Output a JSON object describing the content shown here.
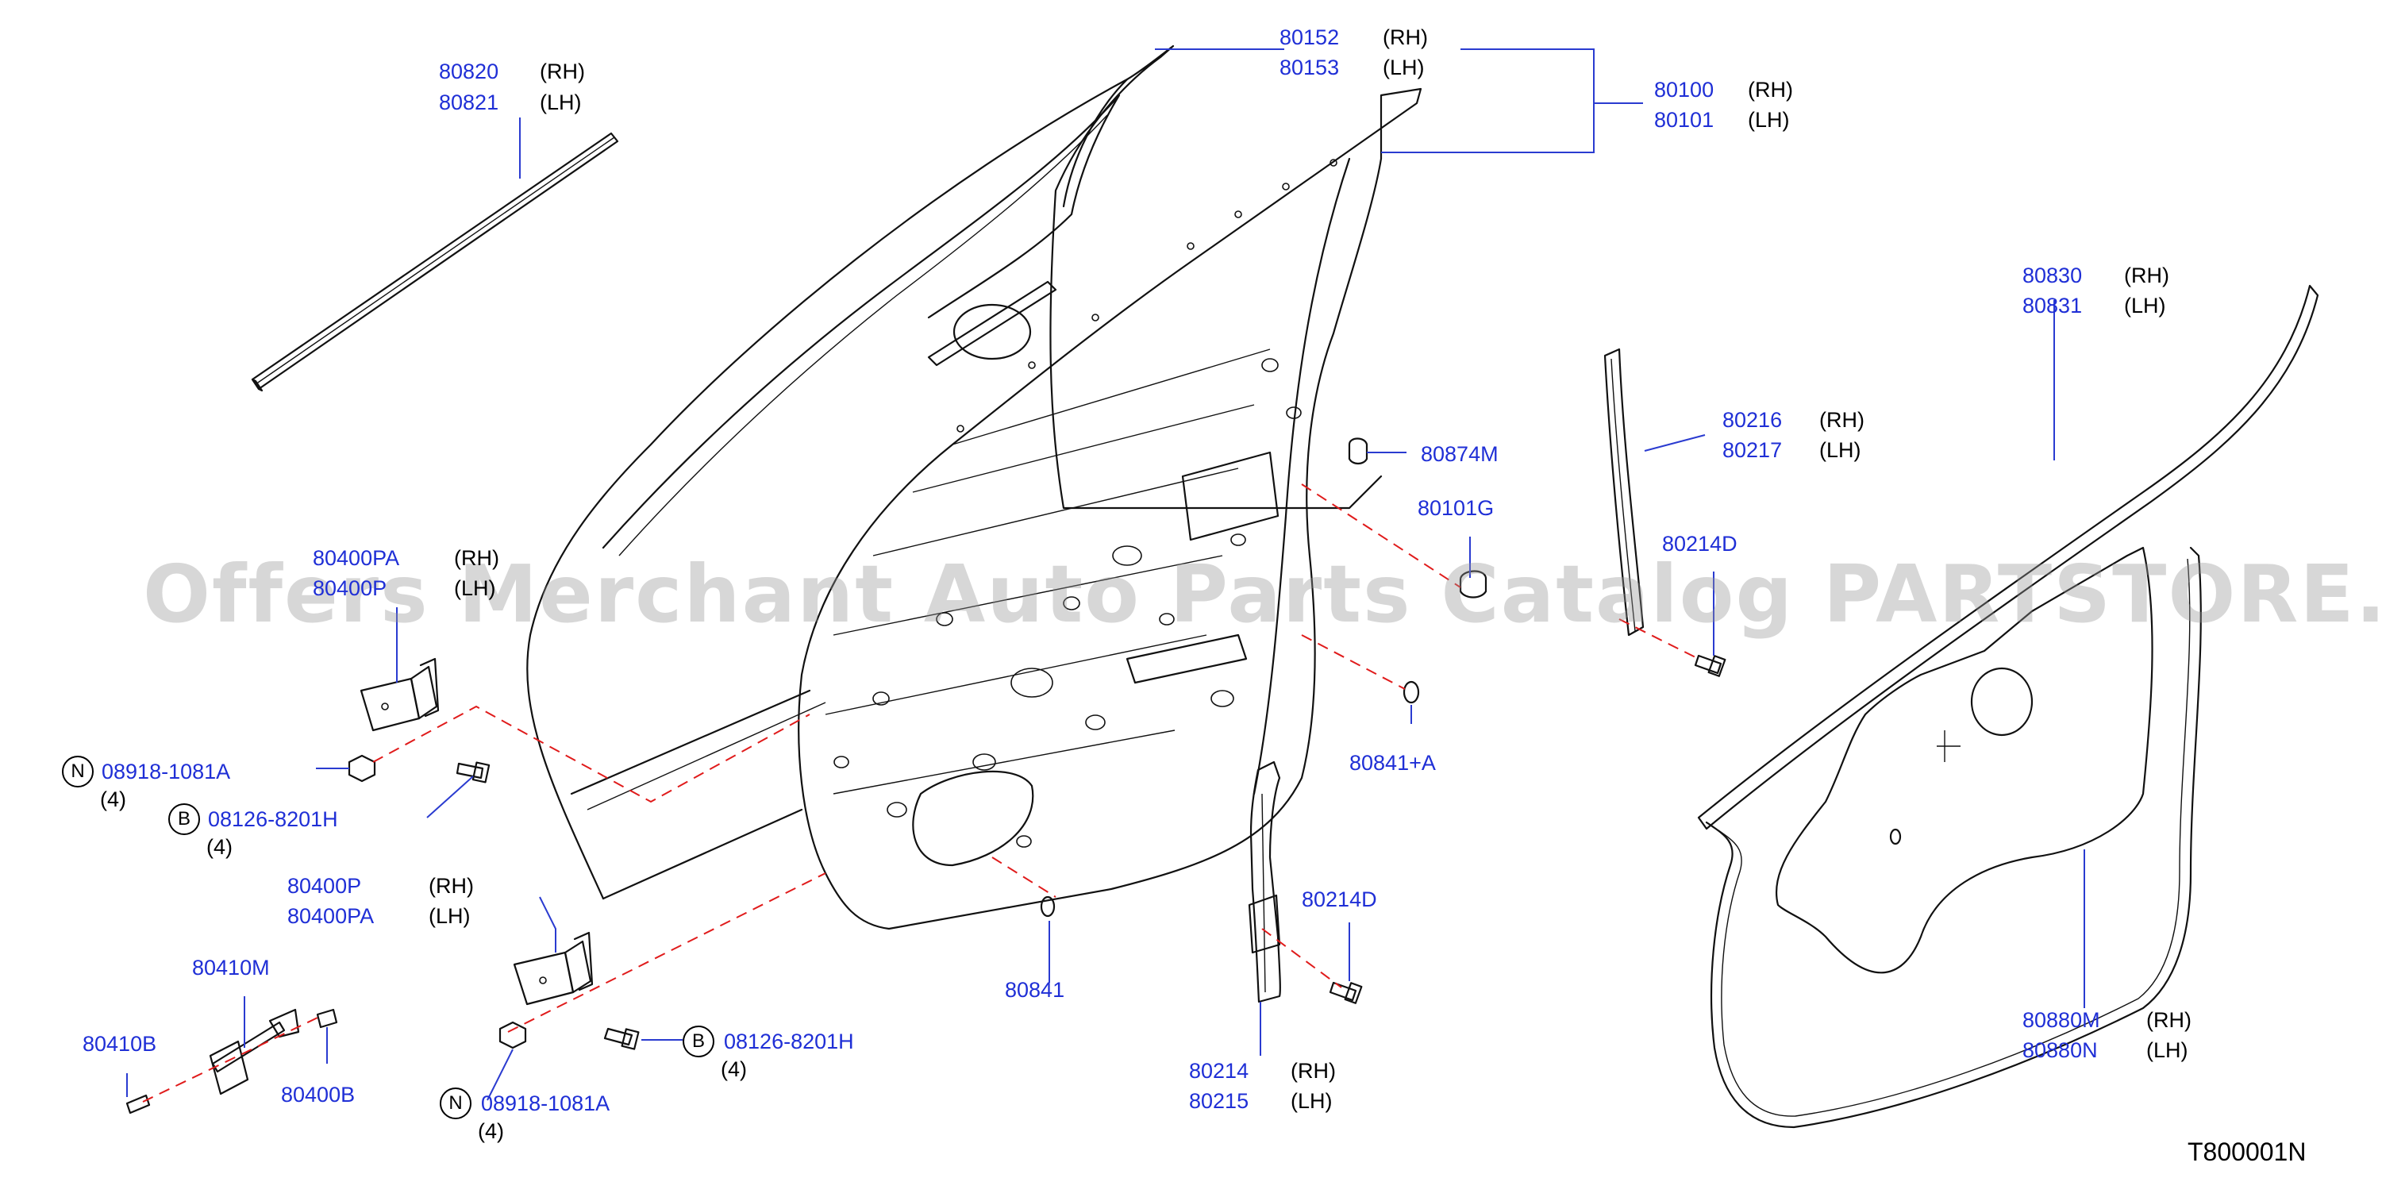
{
  "watermark": "Offers Merchant Auto Parts Catalog PARTSTORE.SA",
  "diagram_code": "T800001N",
  "callouts": {
    "strip_top_left": {
      "rh": "80820",
      "rh_side": "(RH)",
      "lh": "80821",
      "lh_side": "(LH)"
    },
    "sash": {
      "rh": "80152",
      "rh_side": "(RH)",
      "lh": "80153",
      "lh_side": "(LH)"
    },
    "door_panel": {
      "rh": "80100",
      "rh_side": "(RH)",
      "lh": "80101",
      "lh_side": "(LH)"
    },
    "weatherstrip_right": {
      "rh": "80830",
      "rh_side": "(RH)",
      "lh": "80831",
      "lh_side": "(LH)"
    },
    "sash_right": {
      "rh": "80216",
      "rh_side": "(RH)",
      "lh": "80217",
      "lh_side": "(LH)"
    },
    "grommet": {
      "num": "80874M"
    },
    "plug_g": {
      "num": "80101G"
    },
    "bolt_d_top": {
      "num": "80214D"
    },
    "plug_a": {
      "num": "80841+A"
    },
    "plug": {
      "num": "80841"
    },
    "bolt_d_mid": {
      "num": "80214D"
    },
    "lower_sash": {
      "rh": "80214",
      "rh_side": "(RH)",
      "lh": "80215",
      "lh_side": "(LH)"
    },
    "hinge_upper": {
      "rh": "80400PA",
      "rh_side": "(RH)",
      "lh": "80400P",
      "lh_side": "(LH)"
    },
    "hinge_lower": {
      "rh": "80400P",
      "rh_side": "(RH)",
      "lh": "80400PA",
      "lh_side": "(LH)"
    },
    "nut_upper": {
      "badge": "N",
      "num": "08918-1081A",
      "qty": "(4)"
    },
    "bolt_upper": {
      "badge": "B",
      "num": "08126-8201H",
      "qty": "(4)"
    },
    "bolt_lower": {
      "badge": "B",
      "num": "08126-8201H",
      "qty": "(4)"
    },
    "nut_lower": {
      "badge": "N",
      "num": "08918-1081A",
      "qty": "(4)"
    },
    "check_link": {
      "num": "80410M"
    },
    "check_bolt": {
      "num": "80410B"
    },
    "check_pin": {
      "num": "80400B"
    },
    "seal": {
      "rh": "80880M",
      "rh_side": "(RH)",
      "lh": "80880N",
      "lh_side": "(LH)"
    }
  }
}
